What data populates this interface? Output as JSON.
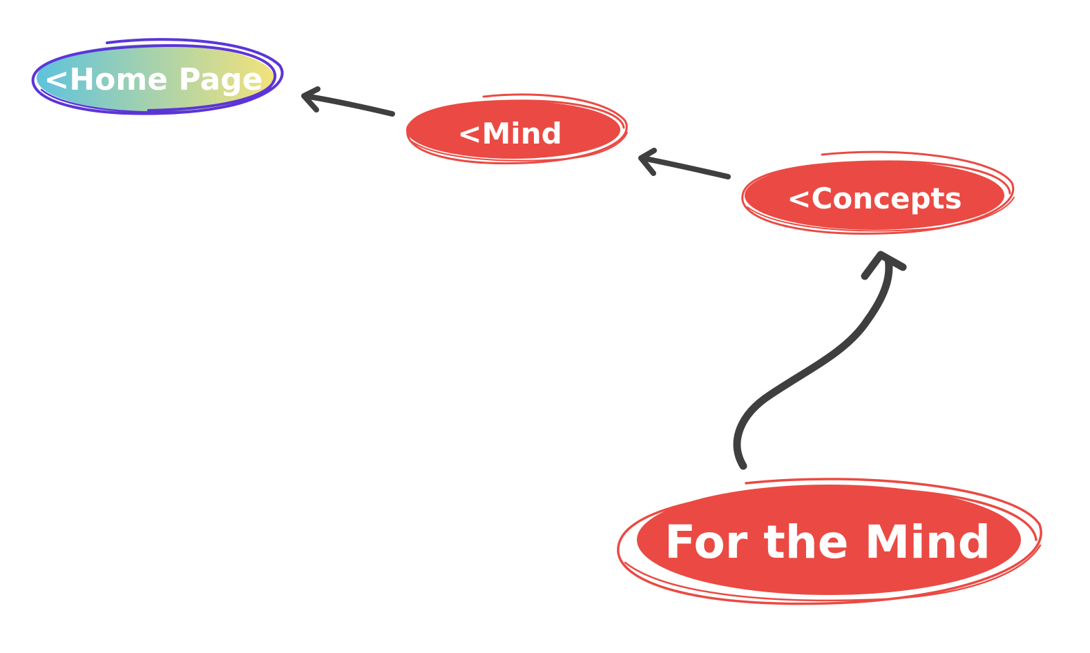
{
  "nodes": {
    "home": {
      "label": "<Home Page",
      "gradient_start": "#5ec2dd",
      "gradient_end": "#f3e27a",
      "outline_color": "#5b35d8"
    },
    "mind": {
      "label": "<Mind",
      "fill_color": "#ea4a43",
      "outline_color": "#ea4a43"
    },
    "concepts": {
      "label": "<Concepts",
      "fill_color": "#ea4a43",
      "outline_color": "#ea4a43"
    },
    "for_the_mind": {
      "label": "For the Mind",
      "fill_color": "#ea4a43",
      "outline_color": "#ea4a43"
    }
  },
  "arrow_color": "#3f3f3f",
  "edges": [
    {
      "from": "mind",
      "to": "home"
    },
    {
      "from": "concepts",
      "to": "mind"
    },
    {
      "from": "for_the_mind",
      "to": "concepts"
    }
  ]
}
